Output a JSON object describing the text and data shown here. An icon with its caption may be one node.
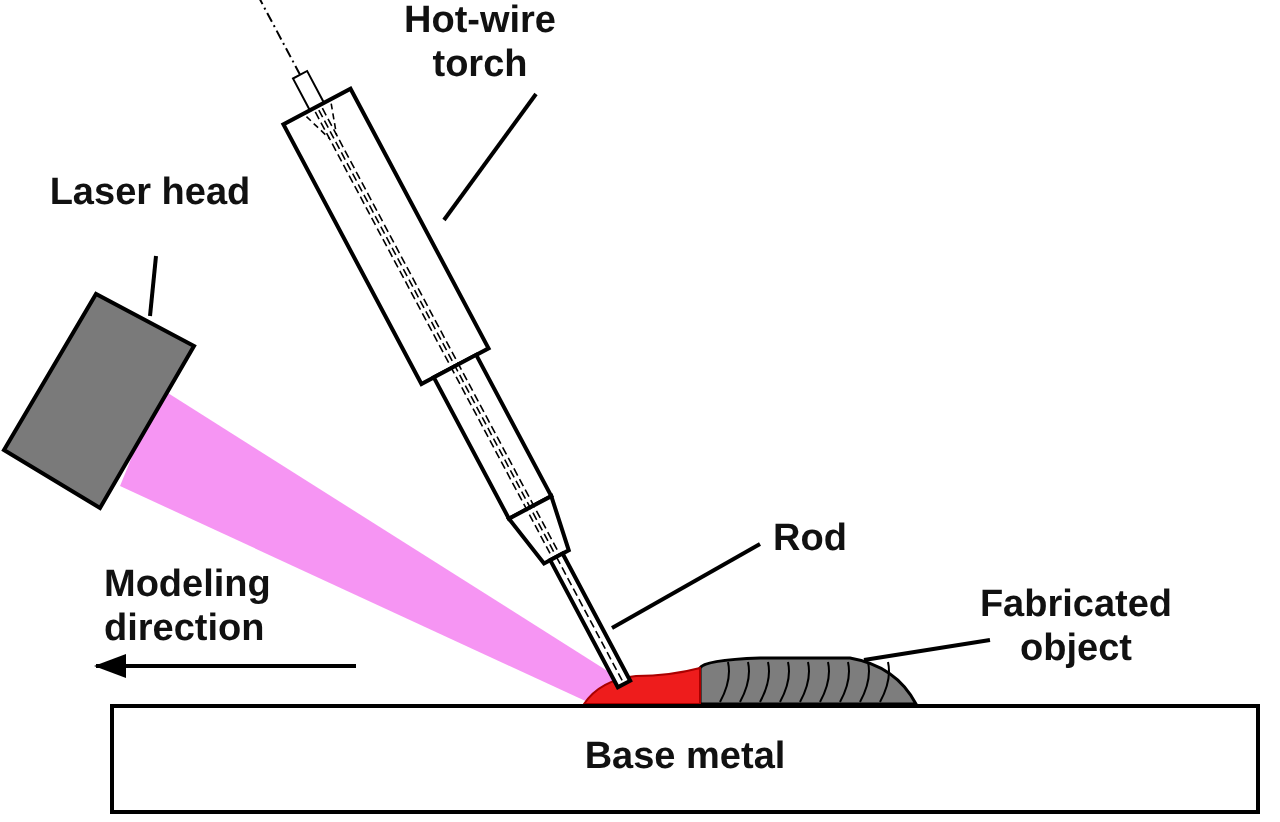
{
  "diagram": {
    "nodes": [
      {
        "text": [
          "Hot-wire torch"
        ]
      },
      {
        "text": [],
        "shape": "picture"
      },
      {
        "text": [
          "Laser head"
        ]
      },
      {
        "text": [],
        "shape": "box"
      },
      {
        "text": [
          "Rod"
        ]
      },
      {
        "text": [],
        "shape": "bar"
      },
      {
        "text": [
          "Fabricated object"
        ]
      },
      {
        "text": [],
        "shape": "picture"
      },
      {
        "text": [
          "Base metal"
        ]
      }
    ],
    "edges": [
      {
        "from": 0,
        "to": 1,
        "arrow": "none"
      },
      {
        "from": 2,
        "to": 3,
        "arrow": "none"
      },
      {
        "from": 4,
        "to": 5,
        "arrow": "none"
      },
      {
        "from": 6,
        "to": 7,
        "arrow": "none"
      }
    ],
    "labels": [
      "Modeling direction"
    ]
  }
}
